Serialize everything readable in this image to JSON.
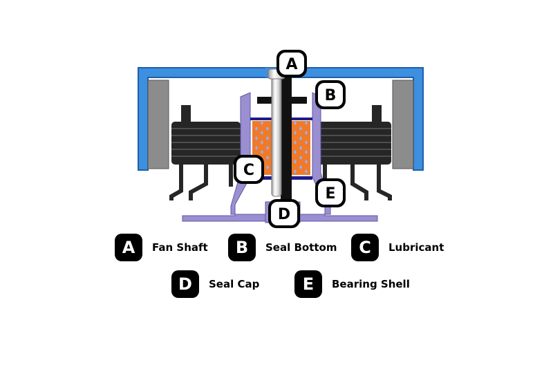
{
  "callouts": {
    "a": "A",
    "b": "B",
    "c": "C",
    "d": "D",
    "e": "E"
  },
  "legend": [
    {
      "letter": "A",
      "label": "Fan Shaft"
    },
    {
      "letter": "B",
      "label": "Seal Bottom"
    },
    {
      "letter": "C",
      "label": "Lubricant"
    },
    {
      "letter": "D",
      "label": "Seal Cap"
    },
    {
      "letter": "E",
      "label": "Bearing Shell"
    }
  ],
  "colors": {
    "housing_blue": "#3d8fe0",
    "magnet_gray": "#8c8c8c",
    "coil_dark": "#262626",
    "base_purple": "#9b8fd2",
    "lubricant_orange": "#f07a2a",
    "seal_dark_blue": "#1c1c8a",
    "badge_black": "#000000"
  }
}
